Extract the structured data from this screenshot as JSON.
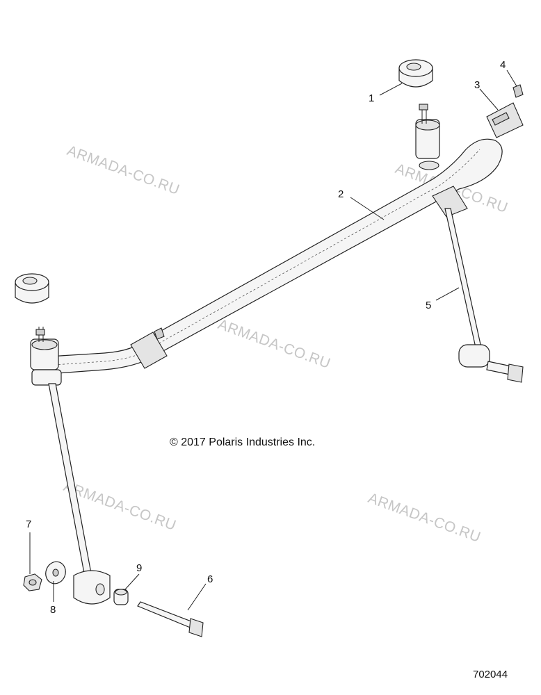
{
  "watermark": "ARMADA-CO.RU",
  "copyright": "© 2017 Polaris Industries Inc.",
  "document_number": "702044",
  "callouts": [
    "1",
    "2",
    "3",
    "4",
    "5",
    "6",
    "7",
    "8",
    "9"
  ]
}
